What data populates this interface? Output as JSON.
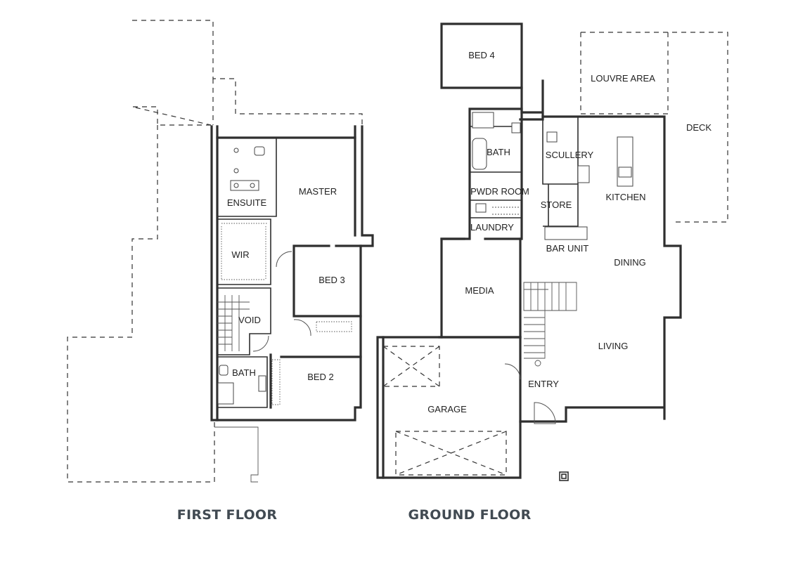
{
  "first_floor": {
    "title": "FIRST FLOOR",
    "rooms": {
      "ensuite": "ENSUITE",
      "master": "MASTER",
      "wir": "WIR",
      "bed3": "BED 3",
      "void": "VOID",
      "bath": "BATH",
      "bed2": "BED 2"
    }
  },
  "ground_floor": {
    "title": "GROUND FLOOR",
    "rooms": {
      "bed4": "BED 4",
      "louvre": "LOUVRE AREA",
      "deck": "DECK",
      "bath": "BATH",
      "scullery": "SCULLERY",
      "kitchen": "KITCHEN",
      "pwdr": "PWDR ROOM",
      "store": "STORE",
      "laundry": "LAUNDRY",
      "bar": "BAR UNIT",
      "dining": "DINING",
      "media": "MEDIA",
      "living": "LIVING",
      "entry": "ENTRY",
      "garage": "GARAGE"
    }
  },
  "colors": {
    "wall": "#2f2f2f",
    "title": "#414a52"
  }
}
